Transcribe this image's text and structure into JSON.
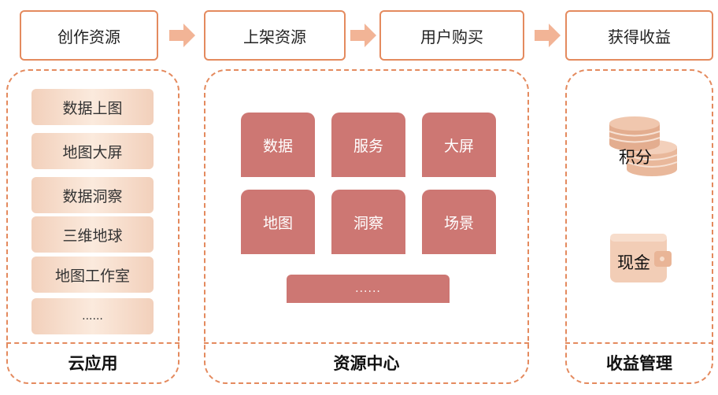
{
  "flow": {
    "steps": [
      "创作资源",
      "上架资源",
      "用户购买",
      "获得收益"
    ]
  },
  "cloud_apps": {
    "items": [
      "数据上图",
      "地图大屏",
      "数据洞察",
      "三维地球",
      "地图工作室",
      "......"
    ],
    "footer": "云应用"
  },
  "resource_center": {
    "tiles": [
      "数据",
      "服务",
      "大屏",
      "地图",
      "洞察",
      "场景"
    ],
    "more": "......",
    "footer": "资源中心"
  },
  "earnings": {
    "points_label": "积分",
    "cash_label": "现金",
    "footer": "收益管理"
  },
  "colors": {
    "accent": "#e48a5e",
    "tile": "#cd7773",
    "arrow": "#f2b496",
    "item_bg": "#f6dac8"
  }
}
